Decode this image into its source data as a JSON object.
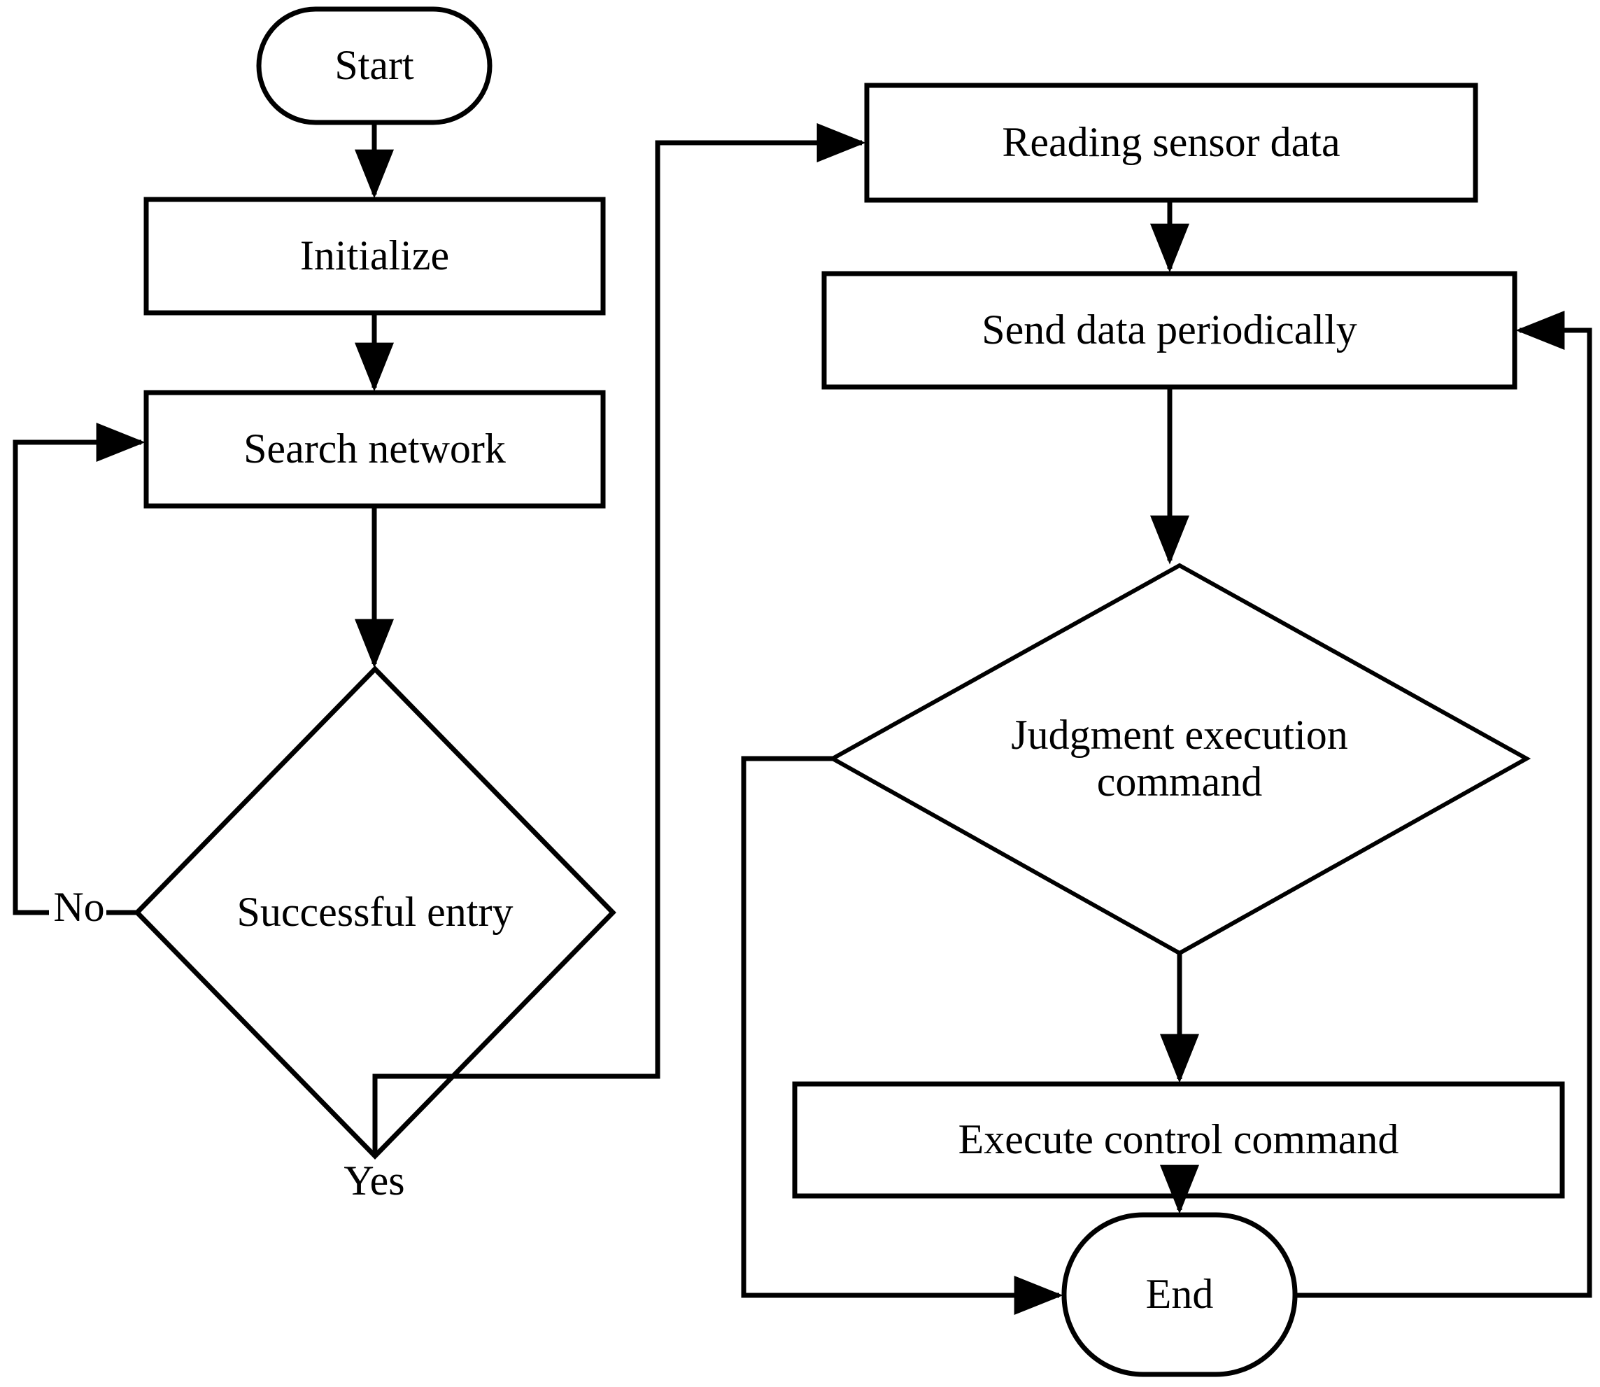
{
  "diagram": {
    "type": "flowchart",
    "title": "Sensor node network access and data transmission flow",
    "stroke_color": "#000000",
    "fill_color": "#ffffff",
    "background": "#ffffff",
    "nodes": [
      {
        "id": "start",
        "shape": "terminator",
        "label": "Start"
      },
      {
        "id": "initialize",
        "shape": "process",
        "label": "Initialize"
      },
      {
        "id": "search",
        "shape": "process",
        "label": "Search network"
      },
      {
        "id": "success",
        "shape": "decision",
        "label": "Successful entry"
      },
      {
        "id": "reading",
        "shape": "process",
        "label": "Reading sensor data"
      },
      {
        "id": "send",
        "shape": "process",
        "label": "Send data periodically"
      },
      {
        "id": "judgment",
        "shape": "decision",
        "label": "Judgment execution\ncommand"
      },
      {
        "id": "execute",
        "shape": "process",
        "label": "Execute control command"
      },
      {
        "id": "end",
        "shape": "terminator",
        "label": "End"
      }
    ],
    "edge_labels": {
      "no": "No",
      "yes": "Yes"
    },
    "edges": [
      {
        "from": "start",
        "to": "initialize",
        "label": ""
      },
      {
        "from": "initialize",
        "to": "search",
        "label": ""
      },
      {
        "from": "search",
        "to": "success",
        "label": ""
      },
      {
        "from": "success",
        "to": "search",
        "label": "No"
      },
      {
        "from": "success",
        "to": "reading",
        "label": "Yes"
      },
      {
        "from": "reading",
        "to": "send",
        "label": ""
      },
      {
        "from": "send",
        "to": "judgment",
        "label": ""
      },
      {
        "from": "judgment",
        "to": "execute",
        "label": ""
      },
      {
        "from": "judgment",
        "to": "end",
        "label": ""
      },
      {
        "from": "execute",
        "to": "end",
        "label": ""
      },
      {
        "from": "end",
        "to": "send",
        "label": ""
      }
    ]
  }
}
